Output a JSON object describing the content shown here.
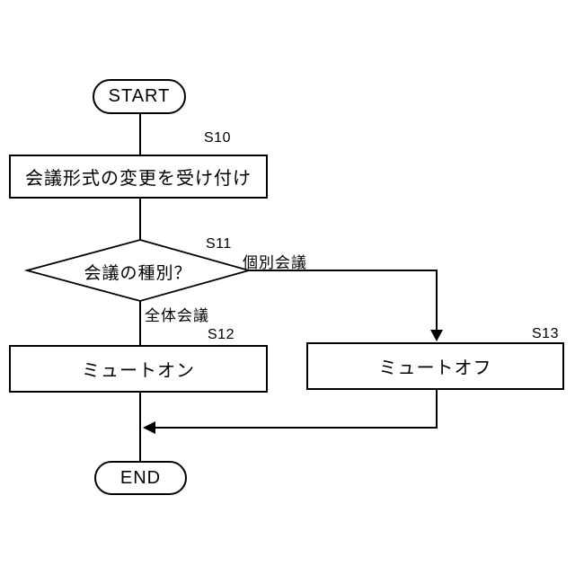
{
  "diagram": {
    "nodes": {
      "start": {
        "label": "START"
      },
      "s10": {
        "step": "S10",
        "label": "会議形式の変更を受け付け"
      },
      "s11": {
        "step": "S11",
        "label": "会議の種別？"
      },
      "s12": {
        "step": "S12",
        "label": "ミュートオン"
      },
      "s13": {
        "step": "S13",
        "label": "ミュートオフ"
      },
      "end": {
        "label": "END"
      }
    },
    "edges": [
      {
        "from": "start",
        "to": "s10",
        "label": ""
      },
      {
        "from": "s10",
        "to": "s11",
        "label": ""
      },
      {
        "from": "s11",
        "to": "s13",
        "label": "個別会議"
      },
      {
        "from": "s11",
        "to": "s12",
        "label": "全体会議"
      },
      {
        "from": "s12",
        "to": "end",
        "label": ""
      },
      {
        "from": "s13",
        "to": "end",
        "label": ""
      }
    ],
    "colors": {
      "line": "#000000",
      "background": "#ffffff",
      "text": "#000000"
    }
  }
}
